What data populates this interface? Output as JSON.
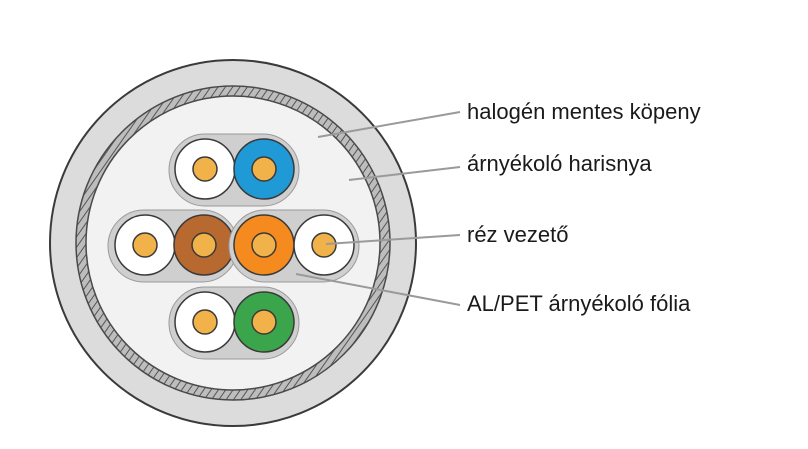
{
  "labels": {
    "jacket": "halogén mentes köpeny",
    "braid": "árnyékoló harisnya",
    "conductor": "réz vezető",
    "foil": "AL/PET árnyékoló fólia"
  },
  "colors": {
    "jacket": "#dcdcdc",
    "outline": "#3a3a3a",
    "foil": "#cfcfcf",
    "core_bg": "#f2f2f2",
    "copper": "#f2b24a",
    "insulation_white": "#ffffff",
    "insulation_blue": "#1f9ad6",
    "insulation_brown": "#b8692f",
    "insulation_orange": "#f58a1f",
    "insulation_green": "#3aa54a",
    "leader_line": "#9a9a9a"
  }
}
